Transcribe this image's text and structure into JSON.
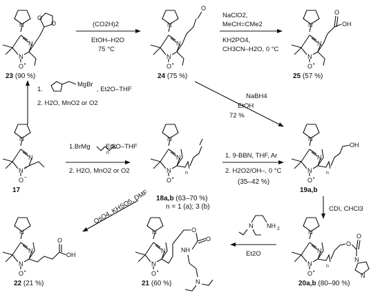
{
  "compounds": {
    "c23": {
      "id": "23",
      "yield": "(90 %)"
    },
    "c24": {
      "id": "24",
      "yield": "(75 %)"
    },
    "c25": {
      "id": "25",
      "yield": "(57 %)"
    },
    "c17": {
      "id": "17"
    },
    "c18": {
      "id": "18a,b",
      "yield": "(63–70 %)",
      "note": "n = 1 (a); 3 (b)"
    },
    "c19": {
      "id": "19a,b",
      "yield": "(35–42 %)"
    },
    "c20": {
      "id": "20a,b",
      "yield": "(80–90 %)"
    },
    "c21": {
      "id": "21",
      "yield": "(60 %)"
    },
    "c22": {
      "id": "22",
      "yield": "(21 %)"
    }
  },
  "atoms": {
    "N": "N",
    "O": "O",
    "Odot": "O",
    "Ominus": "O",
    "OH": "OH",
    "dot": "•",
    "minus": "–",
    "plus": "+",
    "n": "n",
    "NH": "NH",
    "NH2": "NH",
    "two": "2",
    "NHchain": "N"
  },
  "conditions": {
    "r1_above": "(CO2H)2",
    "r1_below1": "EtOH–H2O",
    "r1_below2": "75 °C",
    "r2_above1": "NaClO2,",
    "r2_above2": "MeCH=CMe2",
    "r2_below1": "KH2PO4,",
    "r2_below2": "CH3CN–H2O, 0 °C",
    "r3_line1": "1.",
    "r3_grignard": "MgBr",
    "r3_solvent": ", Et2O–THF",
    "r3_line2": "2. H2O, MnO2 or O2",
    "r4_line1a": "1.BrMg",
    "r4_line1b": ", Et2O–THF",
    "r4_line2": "2. H2O, MnO2 or O2",
    "r5_line1": "1. 9-BBN, THF, Ar",
    "r5_line2": "2. H2O2/OH–, 0 °C",
    "r6_1": "NaBH4",
    "r6_2": "EtOH",
    "r6_3": "72 %",
    "r7": "OsO4, KHSO5, DMF",
    "r8": "CDI, CHCl3",
    "r9": "Et2O"
  }
}
